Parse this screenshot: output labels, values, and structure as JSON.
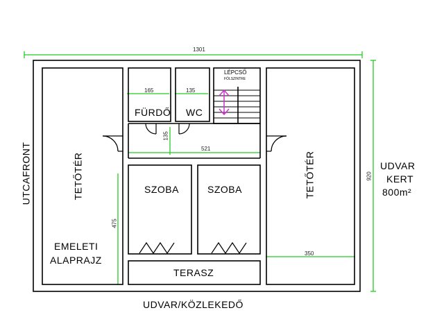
{
  "plan": {
    "dimensions": {
      "total_width": "1301",
      "fürdő_width": "165",
      "wc_width": "135",
      "hall_height": "135",
      "hall_width": "521",
      "room_height": "475",
      "terrace_width": "350",
      "total_depth": "920"
    },
    "rooms": {
      "fürdő": "FÜRDŐ",
      "wc": "WC",
      "stair_title": "LÉPCSŐ",
      "stair_sub": "FÖLSZINTRE",
      "attic_left": "TETŐTÉR",
      "attic_right": "TETŐTÉR",
      "room_1": "SZOBA",
      "room_2": "SZOBA",
      "terrace": "TERASZ"
    },
    "plan_label_line1": "EMELETI",
    "plan_label_line2": "ALAPRAJZ"
  },
  "surroundings": {
    "left": "UTCAFRONT",
    "bottom": "UDVAR/KÖZLEKEDŐ",
    "right_line1": "UDVAR",
    "right_line2": "KERT",
    "right_line3": "800m²"
  },
  "colors": {
    "walls": "#000000",
    "dimension_lines": "#22cc22",
    "stair_arrow": "#cc33cc"
  }
}
